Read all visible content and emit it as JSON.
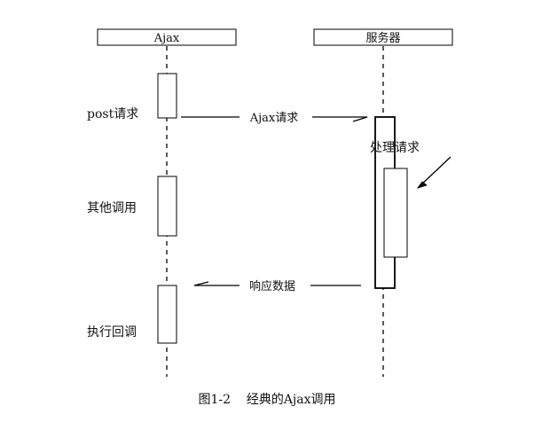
{
  "participants": {
    "ajax": "Ajax",
    "server": "服务器"
  },
  "messages": {
    "request": "Ajax请求",
    "response": "响应数据"
  },
  "client_steps": {
    "post": "post请求",
    "other": "其他调用",
    "callback": "执行回调"
  },
  "server_step": "处理请求",
  "caption": "图1-2    经典的Ajax调用"
}
